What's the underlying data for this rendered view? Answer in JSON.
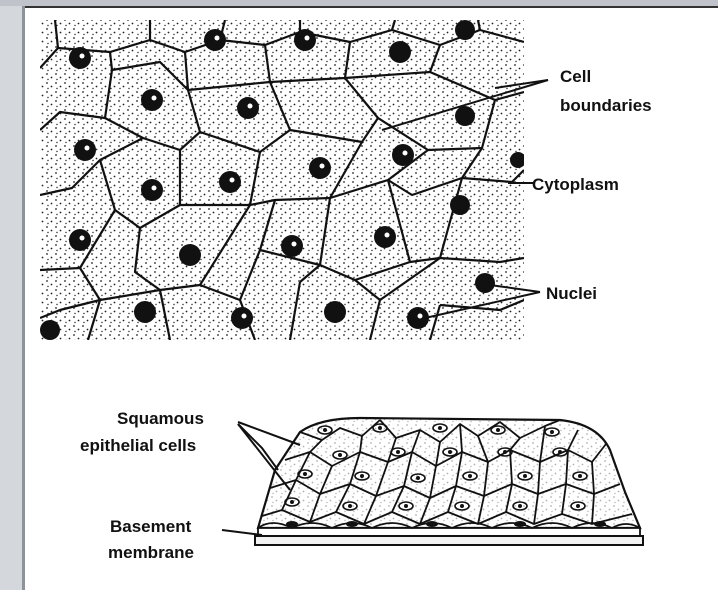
{
  "top_figure": {
    "labels": {
      "cell_boundaries_line1": "Cell",
      "cell_boundaries_line2": "boundaries",
      "cytoplasm": "Cytoplasm",
      "nuclei": "Nuclei"
    }
  },
  "bottom_figure": {
    "labels": {
      "squamous_line1": "Squamous",
      "squamous_line2": "epithelial cells",
      "basement_line1": "Basement",
      "basement_line2": "membrane"
    }
  },
  "colors": {
    "ink": "#111111",
    "frame": "#c8ccd2",
    "frame_edge": "#9fa4ab"
  }
}
